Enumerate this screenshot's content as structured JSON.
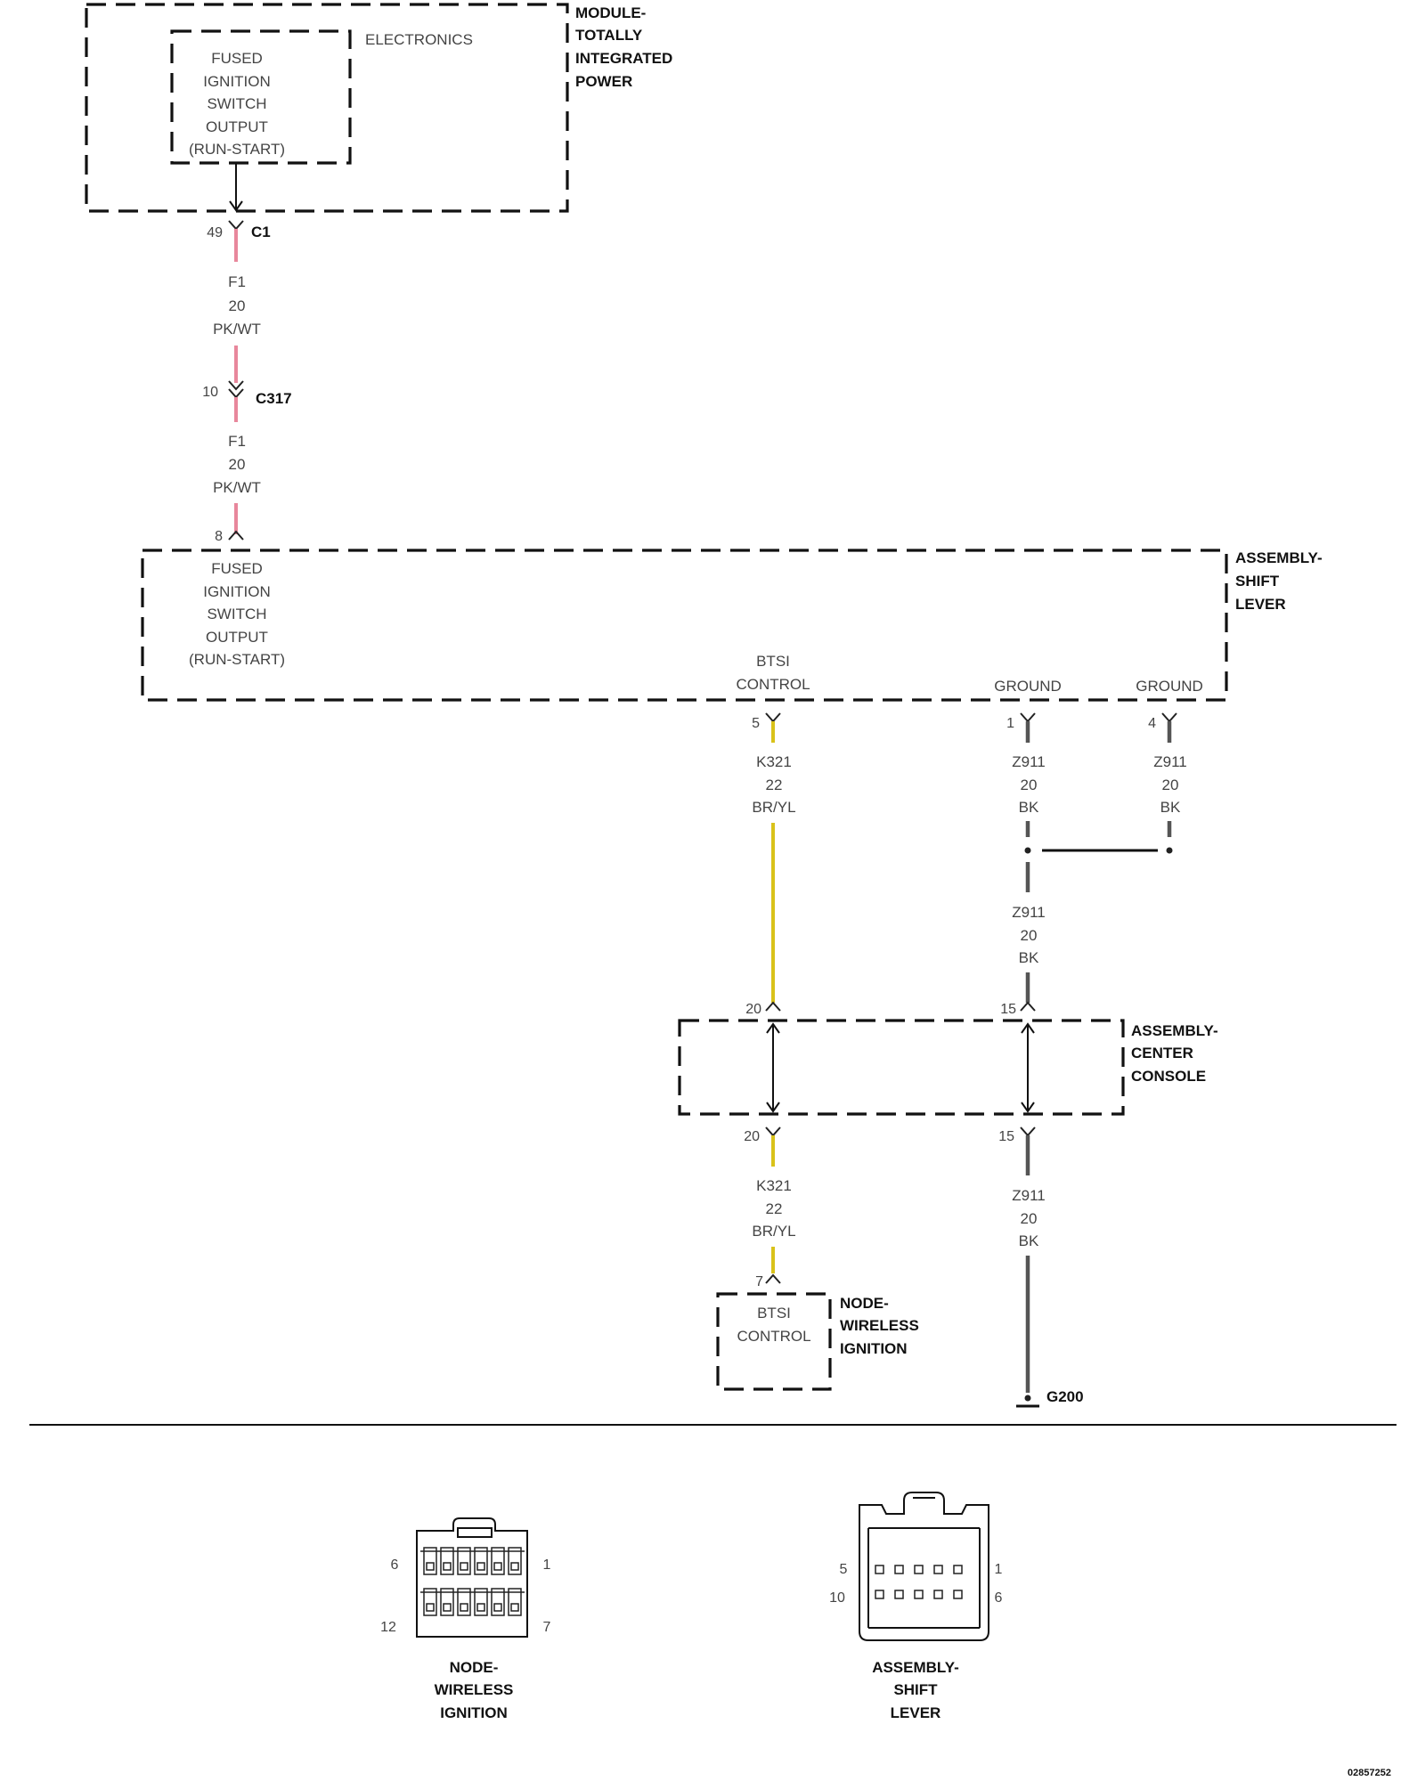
{
  "colors": {
    "pink_wire": "#e8879c",
    "yellow_wire": "#d9c21a",
    "black_wire": "#555555",
    "box": "#111111"
  },
  "components": {
    "tipm": {
      "line1": "MODULE-",
      "line2": "TOTALLY",
      "line3": "INTEGRATED",
      "line4": "POWER"
    },
    "tipm_electronics": "ELECTRONICS",
    "tipm_output": [
      "FUSED",
      "IGNITION",
      "SWITCH",
      "OUTPUT",
      "(RUN-START)"
    ],
    "shift_lever": {
      "line1": "ASSEMBLY-",
      "line2": "SHIFT",
      "line3": "LEVER"
    },
    "shift_output": [
      "FUSED",
      "IGNITION",
      "SWITCH",
      "OUTPUT",
      "(RUN-START)"
    ],
    "btsi_control": [
      "BTSI",
      "CONTROL"
    ],
    "ground1": "GROUND",
    "ground2": "GROUND",
    "center_console": {
      "line1": "ASSEMBLY-",
      "line2": "CENTER",
      "line3": "CONSOLE"
    },
    "wireless_ignition": {
      "line1": "NODE-",
      "line2": "WIRELESS",
      "line3": "IGNITION"
    },
    "wireless_btsi": [
      "BTSI",
      "CONTROL"
    ]
  },
  "connectors": {
    "c1": {
      "name": "C1",
      "pin": "49"
    },
    "c317": {
      "name": "C317",
      "pin": "10"
    },
    "shift_pin_in": "8",
    "shift_pin_btsi": "5",
    "shift_pin_gnd1": "1",
    "shift_pin_gnd2": "4",
    "console_top_left": "20",
    "console_top_right": "15",
    "console_bot_left": "20",
    "console_bot_right": "15",
    "wireless_pin": "7",
    "ground_point": "G200"
  },
  "wires": {
    "f1_a": [
      "F1",
      "20",
      "PK/WT"
    ],
    "f1_b": [
      "F1",
      "20",
      "PK/WT"
    ],
    "k321_a": [
      "K321",
      "22",
      "BR/YL"
    ],
    "k321_b": [
      "K321",
      "22",
      "BR/YL"
    ],
    "z911_a": [
      "Z911",
      "20",
      "BK"
    ],
    "z911_b": [
      "Z911",
      "20",
      "BK"
    ],
    "z911_c": [
      "Z911",
      "20",
      "BK"
    ],
    "z911_d": [
      "Z911",
      "20",
      "BK"
    ]
  },
  "connector_views": {
    "wireless": {
      "pins": {
        "top_left": "6",
        "top_right": "1",
        "bottom_left": "12",
        "bottom_right": "7"
      },
      "title": [
        "NODE-",
        "WIRELESS",
        "IGNITION"
      ]
    },
    "shift": {
      "pins": {
        "top_left": "5",
        "top_right": "1",
        "bottom_left": "10",
        "bottom_right": "6"
      },
      "title": [
        "ASSEMBLY-",
        "SHIFT",
        "LEVER"
      ]
    }
  },
  "figure_id": "02857252"
}
